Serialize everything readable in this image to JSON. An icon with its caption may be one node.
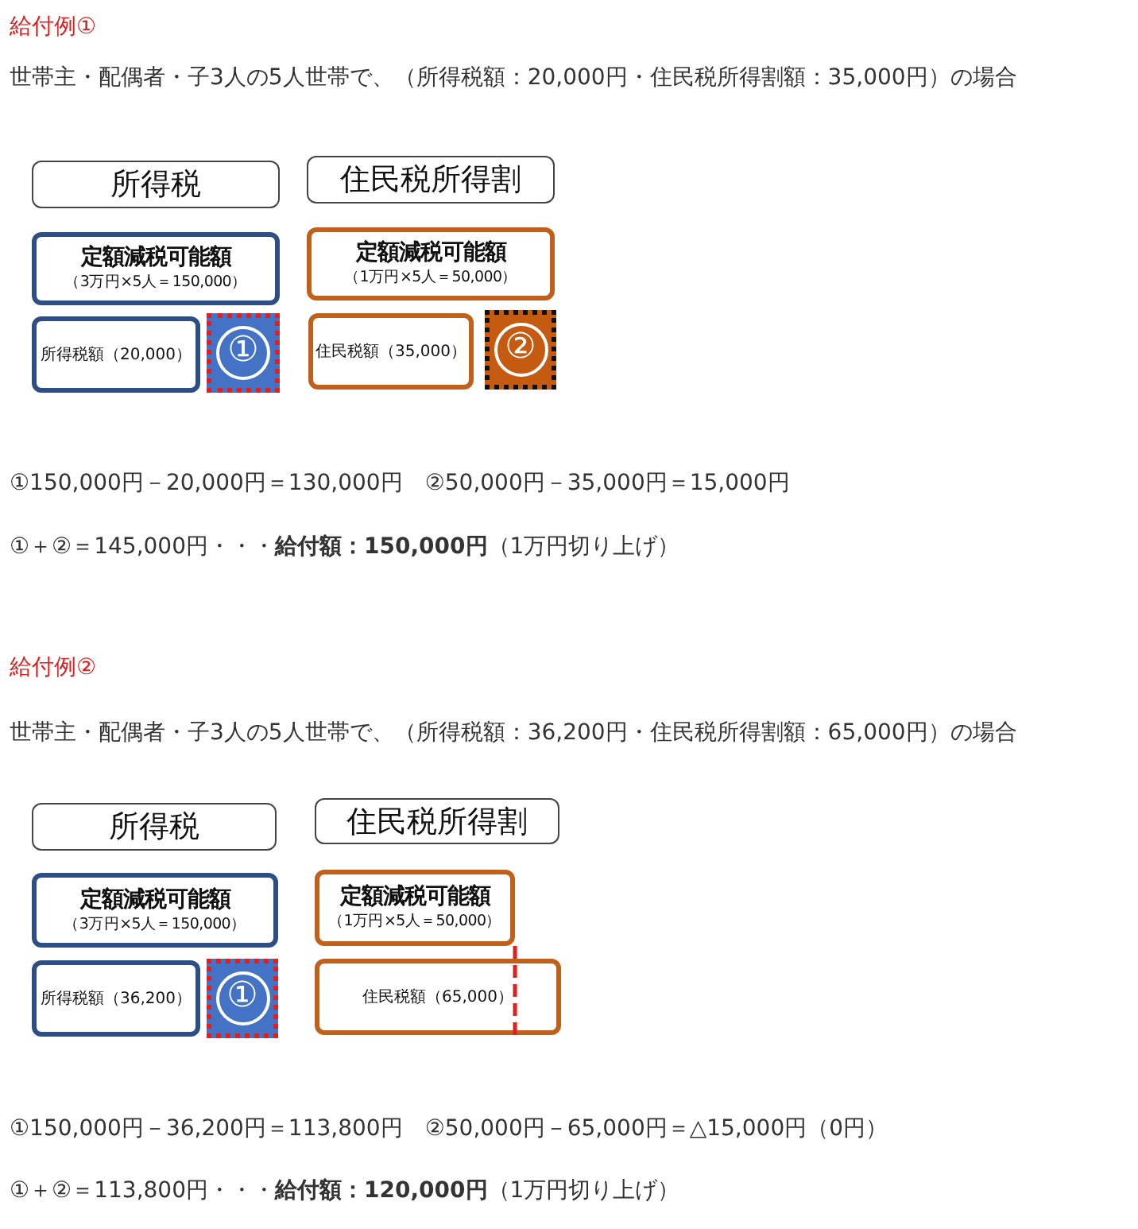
{
  "diagram": {
    "nodes": [
      {
        "text": [
          "所得税"
        ]
      },
      {
        "text": [
          "定額減税可能額",
          "（3万円×5人＝150,000）"
        ]
      },
      {
        "text": [
          "所得税額（20,000）"
        ]
      },
      {
        "text": [
          "①"
        ]
      },
      {
        "text": [
          "住民税所得割"
        ]
      },
      {
        "text": [
          "定額減税可能額",
          "（1万円×5人＝50,000）"
        ]
      },
      {
        "text": [
          "住民税額（35,000）"
        ]
      },
      {
        "text": [
          "②"
        ]
      },
      {
        "text": [
          "所得税"
        ]
      },
      {
        "text": [
          "定額減税可能額",
          "（3万円×5人＝150,000）"
        ]
      },
      {
        "text": [
          "所得税額（36,200）"
        ]
      },
      {
        "text": [
          "①"
        ]
      },
      {
        "text": [
          "住民税所得割"
        ]
      },
      {
        "text": [
          "定額減税可能額",
          "（1万円×5人＝50,000）"
        ]
      },
      {
        "text": [
          "住民税額（65,000）"
        ]
      }
    ],
    "edges": [
      {
        "from": 13,
        "to": 14,
        "arrow": "none",
        "style": "dashed",
        "color": "#e02020"
      }
    ],
    "labels": [
      "給付例①",
      "世帯主・配偶者・子3人の5人世帯で、（所得税額：20,000円・住民税所得割額：35,000円）の場合",
      "①150,000円－20,000円＝130,000円　②50,000円－35,000円＝15,000円",
      "①＋②＝145,000円・・・**給付額：150,000円**（1万円切り上げ）",
      "給付例②",
      "世帯主・配偶者・子3人の5人世帯で、（所得税額：36,200円・住民税所得割額：65,000円）の場合",
      "①150,000円－36,200円＝113,800円　②50,000円－65,000円＝△15,000円（0円）",
      "①＋②＝113,800円・・・**給付額：120,000円**（1万円切り上げ）"
    ]
  }
}
